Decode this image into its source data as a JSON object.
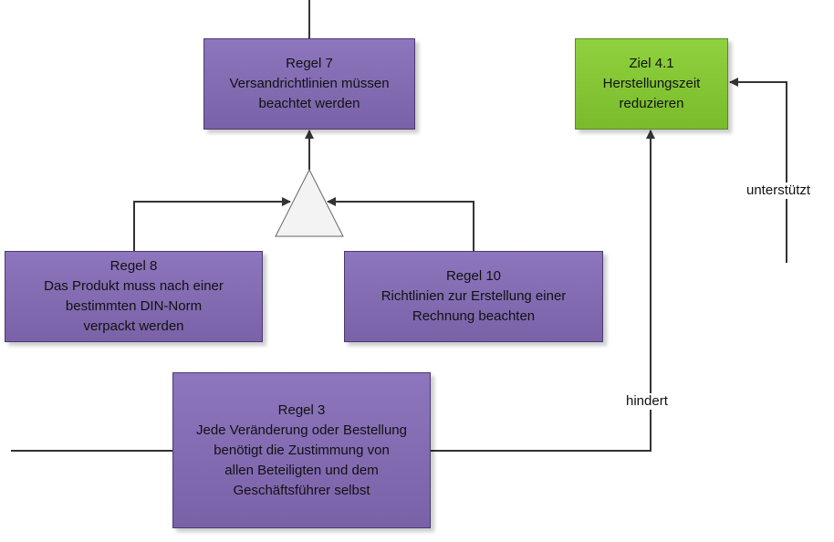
{
  "nodes": {
    "regel7": {
      "title": "Regel 7",
      "line1": "Versandrichtlinien müssen",
      "line2": "beachtet werden"
    },
    "ziel41": {
      "title": "Ziel 4.1",
      "line1": "Herstellungszeit",
      "line2": "reduzieren"
    },
    "regel8": {
      "title": "Regel 8",
      "line1": "Das Produkt muss nach einer",
      "line2": "bestimmten DIN-Norm",
      "line3": "verpackt werden"
    },
    "regel10": {
      "title": "Regel 10",
      "line1": "Richtlinien zur Erstellung einer",
      "line2": "Rechnung beachten"
    },
    "regel3": {
      "title": "Regel 3",
      "line1": "Jede Veränderung oder Bestellung",
      "line2": "benötigt die Zustimmung von",
      "line3": "allen Beteiligten und dem",
      "line4": "Geschäftsführer selbst"
    }
  },
  "edges": {
    "supports_label": "unterstützt",
    "hinders_label": "hindert"
  },
  "colors": {
    "rule_fill": "#8066b0",
    "goal_fill": "#84c634",
    "line": "#333333"
  }
}
